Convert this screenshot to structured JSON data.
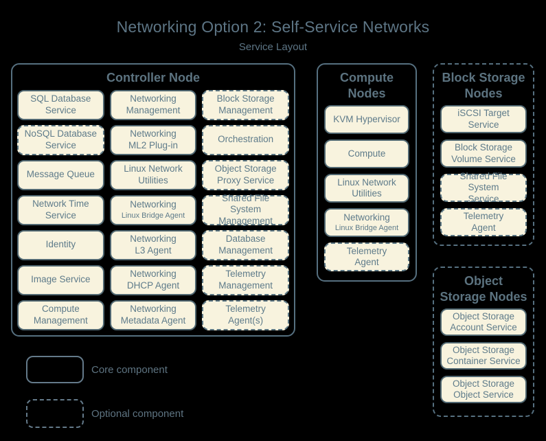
{
  "title": "Networking Option 2: Self-Service Networks",
  "subtitle": "Service Layout",
  "colors": {
    "background": "#000000",
    "box_fill": "#f8f3de",
    "outline": "#567080",
    "text": "#5e7b8a"
  },
  "groups": {
    "controller": {
      "label": "Controller Node",
      "border": "solid",
      "services": [
        {
          "label": "SQL Database\nService",
          "style": "core"
        },
        {
          "label": "Networking\nManagement",
          "style": "core"
        },
        {
          "label": "Block Storage\nManagement",
          "style": "optional"
        },
        {
          "label": "NoSQL Database\nService",
          "style": "optional"
        },
        {
          "label": "Networking\nML2 Plug-in",
          "style": "core"
        },
        {
          "label": "Orchestration",
          "style": "optional"
        },
        {
          "label": "Message Queue",
          "style": "core"
        },
        {
          "label": "Linux Network\nUtilities",
          "style": "core"
        },
        {
          "label": "Object Storage\nProxy Service",
          "style": "optional"
        },
        {
          "label": "Network Time\nService",
          "style": "core"
        },
        {
          "label": "Networking",
          "sub": "Linux Bridge Agent",
          "style": "core"
        },
        {
          "label": "Shared File System\nManagement",
          "style": "optional"
        },
        {
          "label": "Identity",
          "style": "core"
        },
        {
          "label": "Networking\nL3 Agent",
          "style": "core"
        },
        {
          "label": "Database\nManagement",
          "style": "optional"
        },
        {
          "label": "Image Service",
          "style": "core"
        },
        {
          "label": "Networking\nDHCP Agent",
          "style": "core"
        },
        {
          "label": "Telemetry\nManagement",
          "style": "optional"
        },
        {
          "label": "Compute\nManagement",
          "style": "core"
        },
        {
          "label": "Networking\nMetadata Agent",
          "style": "core"
        },
        {
          "label": "Telemetry\nAgent(s)",
          "style": "optional"
        }
      ]
    },
    "compute": {
      "label": "Compute\nNodes",
      "border": "solid",
      "services": [
        {
          "label": "KVM Hypervisor",
          "style": "core"
        },
        {
          "label": "Compute",
          "style": "core"
        },
        {
          "label": "Linux Network\nUtilities",
          "style": "core"
        },
        {
          "label": "Networking",
          "sub": "Linux Bridge Agent",
          "style": "core"
        },
        {
          "label": "Telemetry\nAgent",
          "style": "optional"
        }
      ]
    },
    "block": {
      "label": "Block Storage\nNodes",
      "border": "dashed",
      "services": [
        {
          "label": "iSCSI Target\nService",
          "style": "core"
        },
        {
          "label": "Block Storage\nVolume Service",
          "style": "core"
        },
        {
          "label": "Shared File System\nService",
          "style": "optional"
        },
        {
          "label": "Telemetry\nAgent",
          "style": "optional"
        }
      ]
    },
    "object": {
      "label": "Object\nStorage Nodes",
      "border": "dashed",
      "services": [
        {
          "label": "Object Storage\nAccount Service",
          "style": "core"
        },
        {
          "label": "Object Storage\nContainer Service",
          "style": "core"
        },
        {
          "label": "Object Storage\nObject Service",
          "style": "core"
        }
      ]
    }
  },
  "legend": [
    {
      "label": "Core component",
      "style": "solid"
    },
    {
      "label": "Optional component",
      "style": "dashed"
    }
  ]
}
